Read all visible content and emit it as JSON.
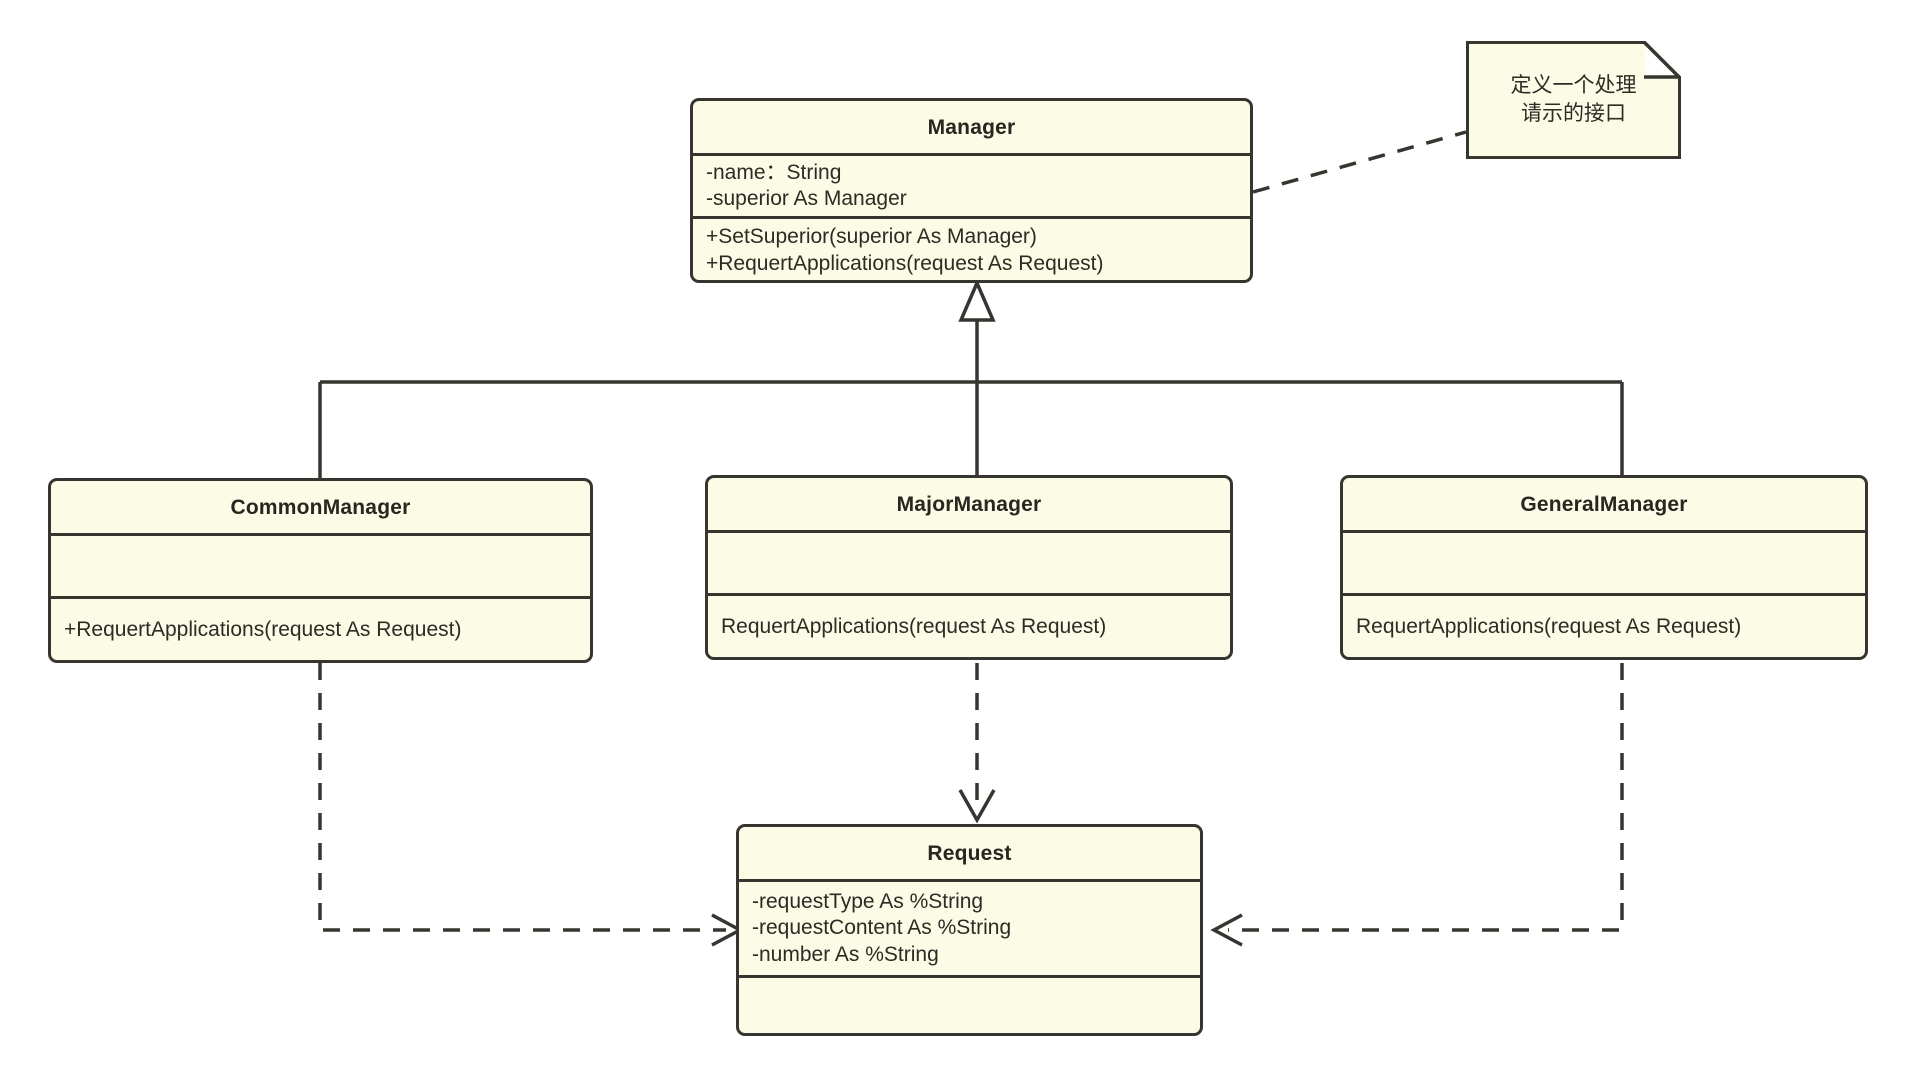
{
  "diagram": {
    "title": "Chain of Responsibility UML class diagram",
    "colors": {
      "box_fill": "#fbfbe6",
      "border": "#36352f",
      "text": "#2c2b24",
      "background": "#ffffff"
    },
    "note": {
      "line1": "定义一个处理",
      "line2": "请示的接口"
    },
    "classes": {
      "manager": {
        "name": "Manager",
        "attributes": [
          "-name：String",
          "-superior As Manager"
        ],
        "methods": [
          "+SetSuperior(superior As Manager)",
          "+RequertApplications(request As Request)"
        ]
      },
      "common_manager": {
        "name": "CommonManager",
        "attributes": [],
        "methods": [
          "+RequertApplications(request As Request)"
        ]
      },
      "major_manager": {
        "name": "MajorManager",
        "attributes": [],
        "methods": [
          "RequertApplications(request As Request)"
        ]
      },
      "general_manager": {
        "name": "GeneralManager",
        "attributes": [],
        "methods": [
          "RequertApplications(request As Request)"
        ]
      },
      "request": {
        "name": "Request",
        "attributes": [
          "-requestType As %String",
          "-requestContent As %String",
          "-number As %String"
        ],
        "methods": []
      }
    },
    "relations": [
      {
        "kind": "generalization",
        "from": "CommonManager",
        "to": "Manager"
      },
      {
        "kind": "generalization",
        "from": "MajorManager",
        "to": "Manager"
      },
      {
        "kind": "generalization",
        "from": "GeneralManager",
        "to": "Manager"
      },
      {
        "kind": "dependency",
        "from": "CommonManager",
        "to": "Request"
      },
      {
        "kind": "dependency",
        "from": "MajorManager",
        "to": "Request"
      },
      {
        "kind": "dependency",
        "from": "GeneralManager",
        "to": "Request"
      },
      {
        "kind": "note-anchor",
        "from": "Note",
        "to": "Manager"
      }
    ]
  }
}
